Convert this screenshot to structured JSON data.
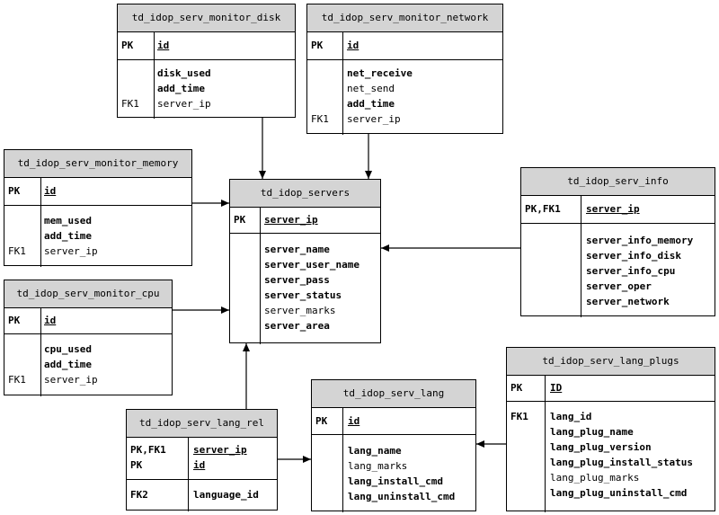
{
  "entities": {
    "disk": {
      "title": "td_idop_serv_monitor_disk",
      "pk": [
        {
          "key": "PK",
          "name": "id"
        }
      ],
      "fields": [
        {
          "key": "",
          "name": "disk_used"
        },
        {
          "key": "",
          "name": "add_time"
        },
        {
          "key": "FK1",
          "name": "server_ip"
        }
      ]
    },
    "network": {
      "title": "td_idop_serv_monitor_network",
      "pk": [
        {
          "key": "PK",
          "name": "id"
        }
      ],
      "fields": [
        {
          "key": "",
          "name": "net_receive"
        },
        {
          "key": "",
          "name": "net_send"
        },
        {
          "key": "",
          "name": "add_time"
        },
        {
          "key": "FK1",
          "name": "server_ip"
        }
      ]
    },
    "memory": {
      "title": "td_idop_serv_monitor_memory",
      "pk": [
        {
          "key": "PK",
          "name": "id"
        }
      ],
      "fields": [
        {
          "key": "",
          "name": "mem_used"
        },
        {
          "key": "",
          "name": "add_time"
        },
        {
          "key": "FK1",
          "name": "server_ip"
        }
      ]
    },
    "servers": {
      "title": "td_idop_servers",
      "pk": [
        {
          "key": "PK",
          "name": "server_ip"
        }
      ],
      "fields": [
        {
          "key": "",
          "name": "server_name"
        },
        {
          "key": "",
          "name": "server_user_name"
        },
        {
          "key": "",
          "name": "server_pass"
        },
        {
          "key": "",
          "name": "server_status"
        },
        {
          "key": "",
          "name": "server_marks"
        },
        {
          "key": "",
          "name": "server_area"
        }
      ]
    },
    "info": {
      "title": "td_idop_serv_info",
      "pk": [
        {
          "key": "PK,FK1",
          "name": "server_ip"
        }
      ],
      "fields": [
        {
          "key": "",
          "name": "server_info_memory"
        },
        {
          "key": "",
          "name": "server_info_disk"
        },
        {
          "key": "",
          "name": "server_info_cpu"
        },
        {
          "key": "",
          "name": "server_oper"
        },
        {
          "key": "",
          "name": "server_network"
        }
      ]
    },
    "cpu": {
      "title": "td_idop_serv_monitor_cpu",
      "pk": [
        {
          "key": "PK",
          "name": "id"
        }
      ],
      "fields": [
        {
          "key": "",
          "name": "cpu_used"
        },
        {
          "key": "",
          "name": "add_time"
        },
        {
          "key": "FK1",
          "name": "server_ip"
        }
      ]
    },
    "plugs": {
      "title": "td_idop_serv_lang_plugs",
      "pk": [
        {
          "key": "PK",
          "name": "ID"
        }
      ],
      "fields": [
        {
          "key": "FK1",
          "name": "lang_id"
        },
        {
          "key": "",
          "name": "lang_plug_name"
        },
        {
          "key": "",
          "name": "lang_plug_version"
        },
        {
          "key": "",
          "name": "lang_plug_install_status"
        },
        {
          "key": "",
          "name": "lang_plug_marks"
        },
        {
          "key": "",
          "name": "lang_plug_uninstall_cmd"
        }
      ]
    },
    "lang": {
      "title": "td_idop_serv_lang",
      "pk": [
        {
          "key": "PK",
          "name": "id"
        }
      ],
      "fields": [
        {
          "key": "",
          "name": "lang_name"
        },
        {
          "key": "",
          "name": "lang_marks"
        },
        {
          "key": "",
          "name": "lang_install_cmd"
        },
        {
          "key": "",
          "name": "lang_uninstall_cmd"
        }
      ]
    },
    "langrel": {
      "title": "td_idop_serv_lang_rel",
      "pk": [
        {
          "key": "PK,FK1",
          "name": "server_ip"
        },
        {
          "key": "PK",
          "name": "id"
        }
      ],
      "fields": [
        {
          "key": "FK2",
          "name": "language_id"
        }
      ]
    }
  },
  "colors": {
    "header_bg": "#d4d4d4",
    "border": "#000000"
  }
}
